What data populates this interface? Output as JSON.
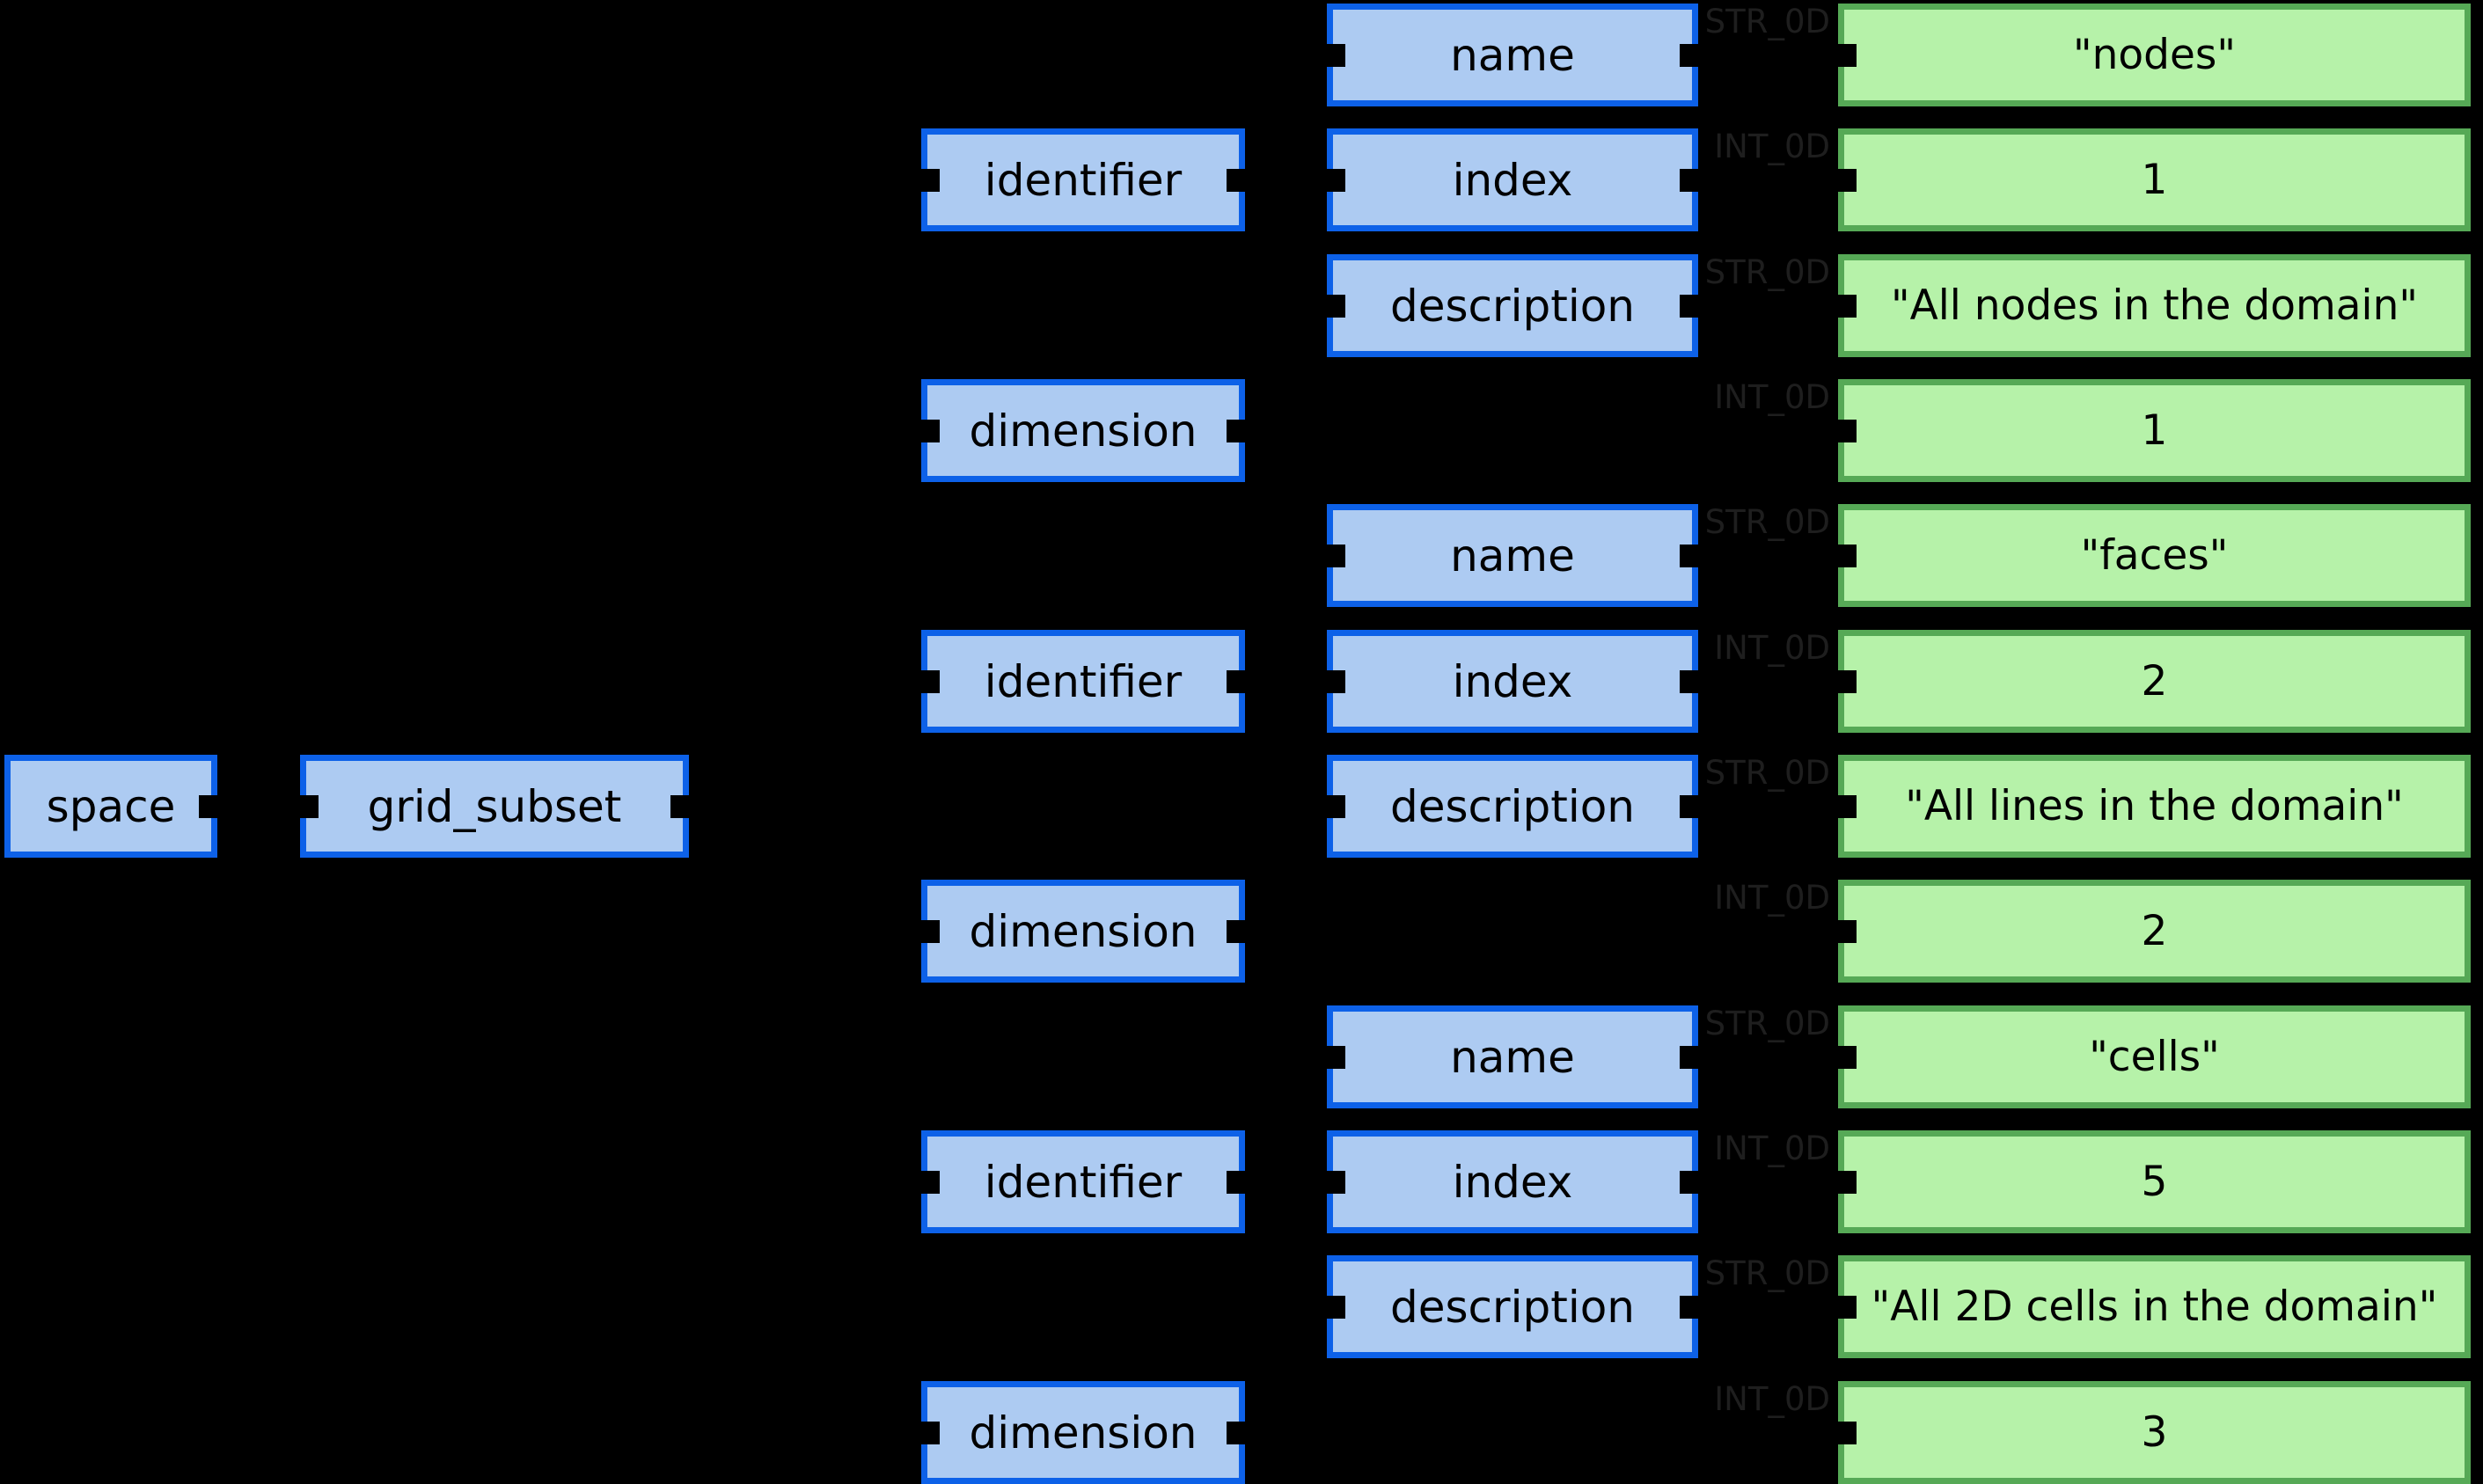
{
  "colors": {
    "background": "#000000",
    "struct_fill": "#adcbf2",
    "struct_border": "#0d61e8",
    "value_fill": "#b6f2a9",
    "value_border": "#56a956",
    "edge_label": "#1e1e1e"
  },
  "nodes": {
    "space": "space",
    "grid_subset": "grid_subset"
  },
  "groups": [
    {
      "identifier": "identifier",
      "dimension_label": "dimension",
      "fields": [
        {
          "label": "name",
          "type": "STR_0D",
          "value": "\"nodes\""
        },
        {
          "label": "index",
          "type": "INT_0D",
          "value": "1"
        },
        {
          "label": "description",
          "type": "STR_0D",
          "value": "\"All nodes in the domain\""
        }
      ],
      "dimension": {
        "type": "INT_0D",
        "value": "1"
      }
    },
    {
      "identifier": "identifier",
      "dimension_label": "dimension",
      "fields": [
        {
          "label": "name",
          "type": "STR_0D",
          "value": "\"faces\""
        },
        {
          "label": "index",
          "type": "INT_0D",
          "value": "2"
        },
        {
          "label": "description",
          "type": "STR_0D",
          "value": "\"All lines in the domain\""
        }
      ],
      "dimension": {
        "type": "INT_0D",
        "value": "2"
      }
    },
    {
      "identifier": "identifier",
      "dimension_label": "dimension",
      "fields": [
        {
          "label": "name",
          "type": "STR_0D",
          "value": "\"cells\""
        },
        {
          "label": "index",
          "type": "INT_0D",
          "value": "5"
        },
        {
          "label": "description",
          "type": "STR_0D",
          "value": "\"All 2D cells in the domain\""
        }
      ],
      "dimension": {
        "type": "INT_0D",
        "value": "3"
      }
    }
  ]
}
